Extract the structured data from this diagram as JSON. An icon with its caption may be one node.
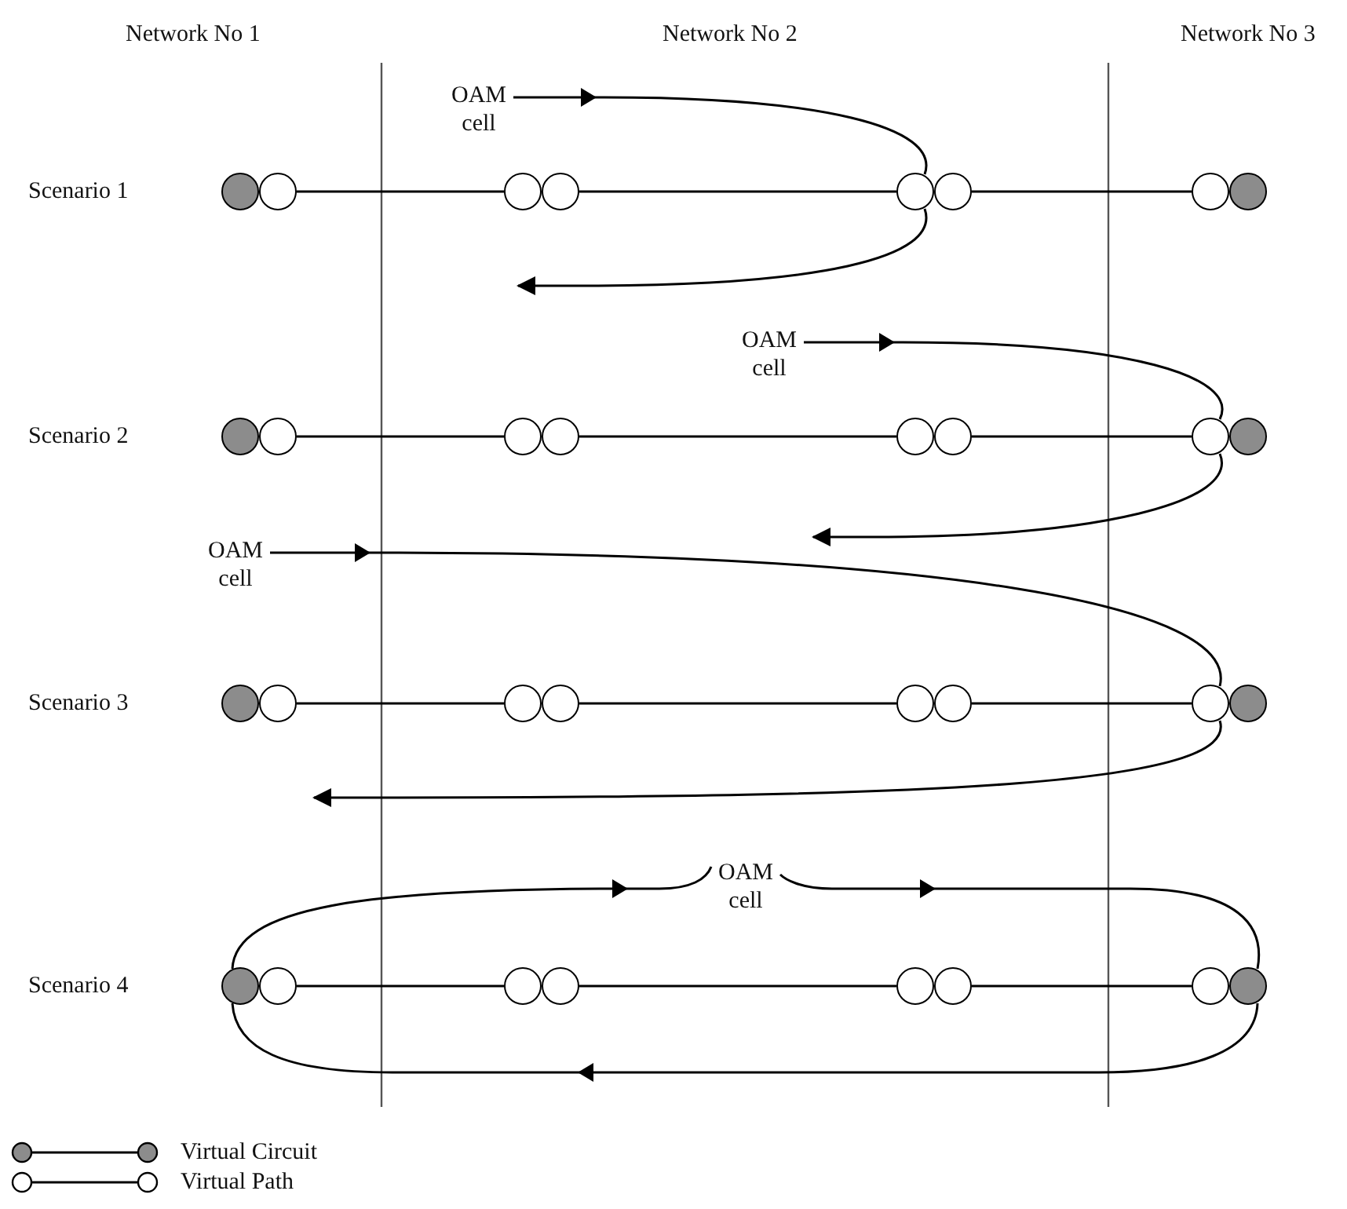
{
  "diagram": {
    "nodes": [
      {
        "text": [
          "OAM cell"
        ]
      },
      {
        "text": [],
        "shape": "circle"
      },
      {
        "text": [],
        "shape": "circle"
      },
      {
        "text": [],
        "shape": "circle"
      },
      {
        "text": [],
        "shape": "circle"
      },
      {
        "text": [],
        "shape": "circle"
      },
      {
        "text": [],
        "shape": "circle"
      },
      {
        "text": [],
        "shape": "circle"
      },
      {
        "text": [],
        "shape": "circle"
      },
      {
        "text": [
          "OAM cell"
        ]
      },
      {
        "text": [],
        "shape": "circle"
      },
      {
        "text": [],
        "shape": "circle"
      },
      {
        "text": [],
        "shape": "circle"
      },
      {
        "text": [],
        "shape": "circle"
      },
      {
        "text": [],
        "shape": "circle"
      },
      {
        "text": [],
        "shape": "circle"
      },
      {
        "text": [],
        "shape": "circle"
      },
      {
        "text": [],
        "shape": "circle"
      },
      {
        "text": [
          "OAM cell"
        ]
      },
      {
        "text": [],
        "shape": "circle"
      },
      {
        "text": [],
        "shape": "circle"
      },
      {
        "text": [],
        "shape": "circle"
      },
      {
        "text": [],
        "shape": "circle"
      },
      {
        "text": [],
        "shape": "circle"
      },
      {
        "text": [],
        "shape": "circle"
      },
      {
        "text": [],
        "shape": "circle"
      },
      {
        "text": [],
        "shape": "circle"
      },
      {
        "text": [
          "OAM cell"
        ]
      },
      {
        "text": [],
        "shape": "circle"
      },
      {
        "text": [],
        "shape": "circle"
      },
      {
        "text": [],
        "shape": "circle"
      },
      {
        "text": [],
        "shape": "circle"
      },
      {
        "text": [],
        "shape": "circle"
      },
      {
        "text": [],
        "shape": "circle"
      },
      {
        "text": [],
        "shape": "circle"
      },
      {
        "text": [],
        "shape": "circle"
      }
    ],
    "edges": [
      {
        "from": 2,
        "to": 3,
        "arrow": "none"
      },
      {
        "from": 4,
        "to": 5,
        "arrow": "none"
      },
      {
        "from": 6,
        "to": 7,
        "arrow": "none"
      },
      {
        "from": 0,
        "to": 5,
        "arrow": "to"
      },
      {
        "from": 5,
        "to": null,
        "arrow": "to"
      },
      {
        "from": 11,
        "to": 12,
        "arrow": "none"
      },
      {
        "from": 13,
        "to": 14,
        "arrow": "none"
      },
      {
        "from": 15,
        "to": 16,
        "arrow": "none"
      },
      {
        "from": 9,
        "to": 16,
        "arrow": "to"
      },
      {
        "from": 16,
        "to": null,
        "arrow": "to"
      },
      {
        "from": 20,
        "to": 21,
        "arrow": "none"
      },
      {
        "from": 22,
        "to": 23,
        "arrow": "none"
      },
      {
        "from": 24,
        "to": 25,
        "arrow": "none"
      },
      {
        "from": 18,
        "to": 25,
        "arrow": "to"
      },
      {
        "from": 25,
        "to": null,
        "arrow": "to"
      },
      {
        "from": 29,
        "to": 30,
        "arrow": "none"
      },
      {
        "from": 31,
        "to": 32,
        "arrow": "none"
      },
      {
        "from": 33,
        "to": 34,
        "arrow": "none"
      },
      {
        "from": 28,
        "to": 27,
        "arrow": "to"
      },
      {
        "from": 27,
        "to": 35,
        "arrow": "to"
      },
      {
        "from": 35,
        "to": 28,
        "arrow": "to"
      }
    ],
    "labels": [
      "Network No 1",
      "Network No 2",
      "Network No 3",
      "Scenario 1",
      "Scenario 2",
      "Scenario 3",
      "Scenario 4"
    ],
    "legend": [
      {
        "text": "Virtual Circuit"
      },
      {
        "text": "Virtual Path"
      }
    ]
  }
}
